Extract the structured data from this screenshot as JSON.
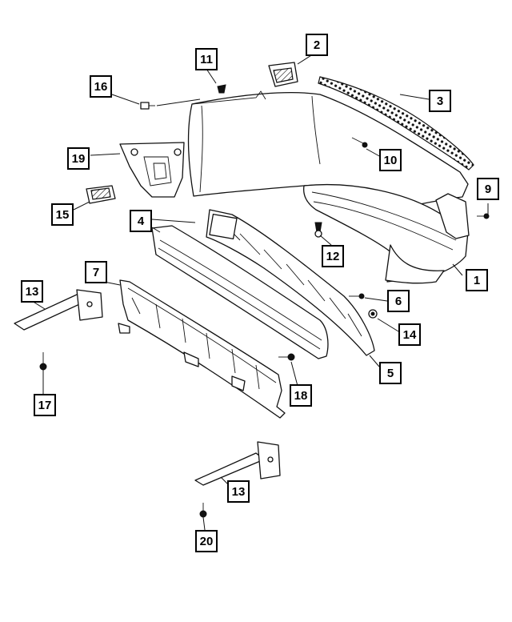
{
  "callouts": [
    {
      "id": "1",
      "label": "1"
    },
    {
      "id": "2",
      "label": "2"
    },
    {
      "id": "3",
      "label": "3"
    },
    {
      "id": "4",
      "label": "4"
    },
    {
      "id": "5",
      "label": "5"
    },
    {
      "id": "6",
      "label": "6"
    },
    {
      "id": "7",
      "label": "7"
    },
    {
      "id": "9",
      "label": "9"
    },
    {
      "id": "10",
      "label": "10"
    },
    {
      "id": "11",
      "label": "11"
    },
    {
      "id": "12",
      "label": "12"
    },
    {
      "id": "13a",
      "label": "13"
    },
    {
      "id": "13b",
      "label": "13"
    },
    {
      "id": "14",
      "label": "14"
    },
    {
      "id": "15",
      "label": "15"
    },
    {
      "id": "16",
      "label": "16"
    },
    {
      "id": "17",
      "label": "17"
    },
    {
      "id": "18",
      "label": "18"
    },
    {
      "id": "19",
      "label": "19"
    },
    {
      "id": "20",
      "label": "20"
    }
  ]
}
